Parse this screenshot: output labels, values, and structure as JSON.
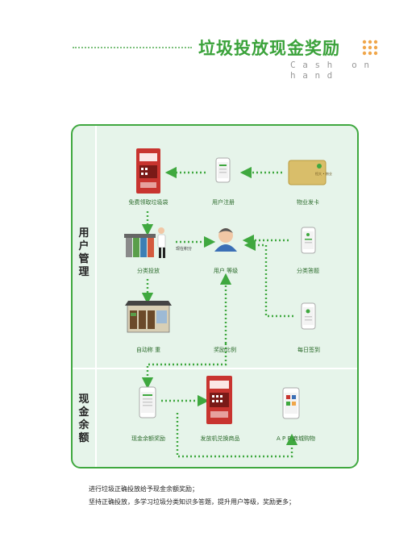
{
  "header": {
    "title": "垃圾投放现金奖励",
    "subtitle": "Cash on hand"
  },
  "sections": {
    "user_management": "用户管理",
    "cash_balance": "现金余额"
  },
  "nodes": {
    "free_bags": "免费领取垃圾袋",
    "user_register": "用户注册",
    "property_card": "物业发卡",
    "sort_disposal": "分类投放",
    "user_level": "用户 等级",
    "quiz": "分类答题",
    "auto_weigh": "自动称 重",
    "reward_ratio": "奖励比例",
    "daily_checkin": "每日签到",
    "cash_reward": "现金余额奖励",
    "machine_exchange": "发放机兑换商品",
    "app_mall": "A P P  商城购物"
  },
  "bubble": "现在积分",
  "card_brand": "恒大 • 物业",
  "footer": {
    "line1": "进行垃圾正确投放给予现金余额奖励；",
    "line2": "坚持正确投放，多学习垃圾分类知识多答题，提升用户等级，奖励更多；"
  },
  "colors": {
    "accent_green": "#3fa83f",
    "panel_bg": "#e6f4ea",
    "machine_red": "#c8342f",
    "title_green": "#3aa23a"
  }
}
